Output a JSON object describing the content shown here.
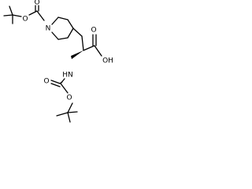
{
  "molecule": {
    "atoms": {
      "ring_n": "N",
      "ring_boc_o_carbonyl": "O",
      "ring_boc_o_ester": "O",
      "amine_n": "HN",
      "amine_boc_o_carbonyl": "O",
      "amine_boc_o_ester": "O",
      "acid_o_carbonyl": "O",
      "acid_oh": "OH"
    }
  }
}
